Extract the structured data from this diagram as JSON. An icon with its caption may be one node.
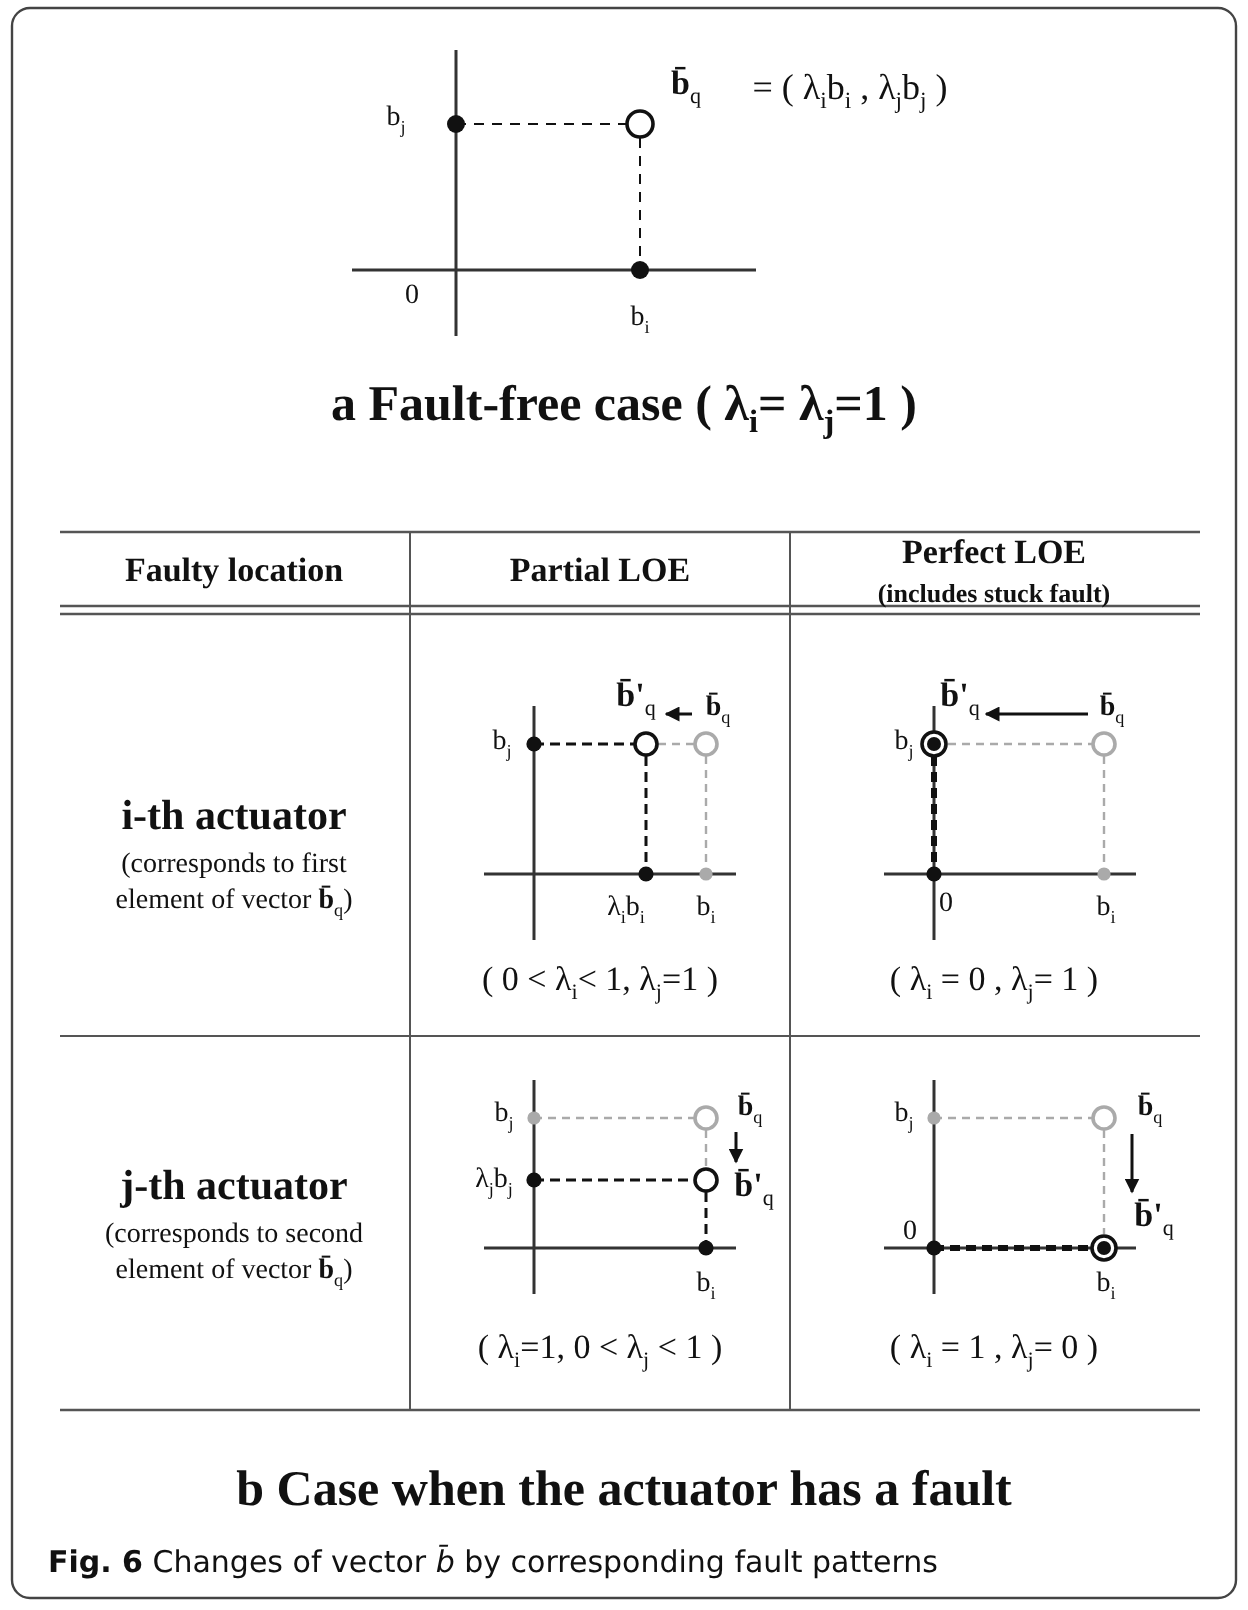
{
  "diagram": {
    "caption": "**Fig. 6** Changes of vector *b̄* by corresponding fault patterns",
    "labels": [
      "b$_{j}$",
      "**b̄**$_{q}$",
      "= ( λ$_{i}$b$_{i}$ , λ$_{j}$b$_{j}$ )",
      "0",
      "b$_{i}$",
      "a Fault-free case ( λ$_{i}$= λ$_{j}$=1 )",
      "Faulty location",
      "Partial LOE",
      "Perfect LOE",
      "(includes stuck fault)",
      "i-th actuator",
      "(corresponds to first element of vector **b̄**$_{q}$)",
      "**b̄'**$_{q}$",
      "**b̄**$_{q}$",
      "b$_{j}$",
      "λ$_{i}$b$_{i}$",
      "b$_{i}$",
      "( 0 < λ$_{i}$< 1,  λ$_{j}$=1 )",
      "**b̄'**$_{q}$",
      "**b̄**$_{q}$",
      "b$_{j}$",
      "0",
      "b$_{i}$",
      "( λ$_{i}$ = 0 ,  λ$_{j}$= 1 )",
      "j-th actuator",
      "(corresponds to second element of vector **b̄**$_{q}$)",
      "b$_{j}$",
      "**b̄**$_{q}$",
      "λ$_{j}$b$_{j}$",
      "**b̄'**$_{q}$",
      "b$_{i}$",
      "( λ$_{i}$=1,  0 < λ$_{j}$ < 1 )",
      "b$_{j}$",
      "**b̄**$_{q}$",
      "0",
      "**b̄'**$_{q}$",
      "b$_{i}$",
      "( λ$_{i}$ = 1 ,  λ$_{j}$= 0 )",
      "b Case when the actuator has a fault"
    ]
  }
}
